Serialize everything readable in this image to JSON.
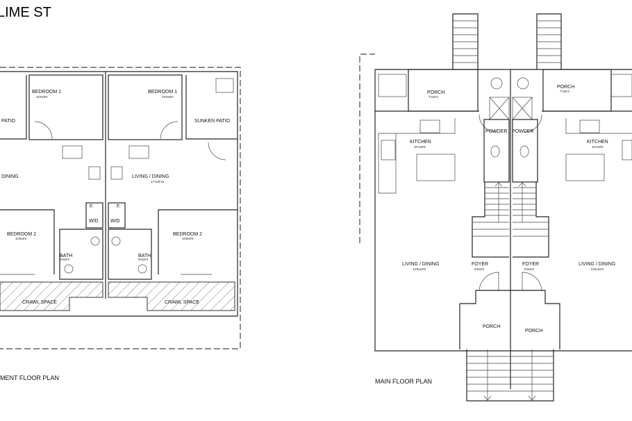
{
  "title": "LIME ST",
  "basement": {
    "caption": "MENT FLOOR PLAN",
    "rooms": {
      "bedroom1_left": {
        "name": "BEDROOM 1",
        "dim": "10'0x9'0"
      },
      "bedroom1_right": {
        "name": "BEDROOM 1",
        "dim": "10'0x9'0"
      },
      "patio_left": {
        "name": "PATIO"
      },
      "sunken_patio": {
        "name": "SUNKEN PATIO"
      },
      "dining_left": {
        "name": "DINING"
      },
      "living_dining_right": {
        "name": "LIVING / DINING",
        "dim": "17'1x8'10"
      },
      "bedroom2_left": {
        "name": "BEDROOM 2",
        "dim": "10'8x9'0"
      },
      "bedroom2_right": {
        "name": "BEDROOM 2",
        "dim": "10'8x9'0"
      },
      "bath_left": {
        "name": "BATH",
        "dim": "8'0x5'0"
      },
      "bath_right": {
        "name": "BATH",
        "dim": "8'0x5'0"
      },
      "freezer_left": "F.",
      "freezer_right": "F.",
      "wd_left": "W/D",
      "wd_right": "W/D",
      "crawl_left": "CRAWL SPACE",
      "crawl_right": "CRAWL SPACE"
    }
  },
  "main": {
    "caption": "MAIN FLOOR PLAN",
    "rooms": {
      "porch_back_left": {
        "name": "PORCH",
        "dim": "7'2x6'2"
      },
      "porch_back_right": {
        "name": "PORCH",
        "dim": "7'2x6'2"
      },
      "powder_left": {
        "name": "POWDER"
      },
      "powder_right": {
        "name": "POWDER"
      },
      "kitchen_left": {
        "name": "KITCHEN",
        "dim": "10'1x8'6"
      },
      "kitchen_right": {
        "name": "KITCHEN",
        "dim": "10'1x8'6"
      },
      "living_left": {
        "name": "LIVING / DINING",
        "dim": "12'6x18'0"
      },
      "living_right": {
        "name": "LIVING / DINING",
        "dim": "12'6x18'0"
      },
      "foyer_left": {
        "name": "FOYER",
        "dim": "5'6x5'6"
      },
      "foyer_right": {
        "name": "FOYER",
        "dim": "5'6x5'6"
      },
      "porch_front_left": {
        "name": "PORCH"
      },
      "porch_front_right": {
        "name": "PORCH"
      }
    }
  }
}
